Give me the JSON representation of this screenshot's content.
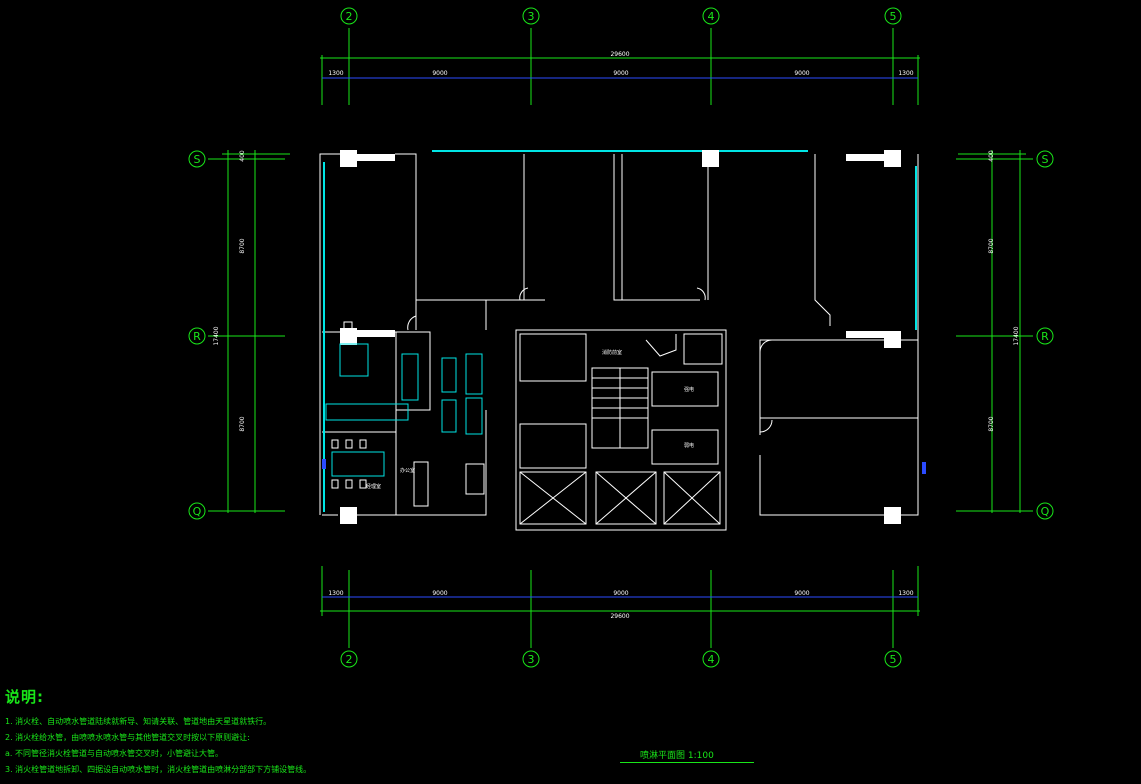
{
  "drawing": {
    "title": "喷淋平面图  1:100",
    "notes_heading": "说明:",
    "notes": [
      "1. 消火栓、自动喷水管道陆续就新导、知请关联、管道地由天星道就铁行。",
      "2. 消火栓给水管，由喷喷水喷水管与其他管道交叉时按以下原则避让:",
      "a. 不同管径消火栓管道与自动喷水管交叉时，小管避让大管。",
      "3. 消火栓管道地拆卸、四据设自动喷水管时，消火栓管道由喷淋分部部下方铺设管线。"
    ]
  },
  "grid": {
    "columns": [
      "2",
      "3",
      "4",
      "5"
    ],
    "rows": [
      "S",
      "R",
      "Q"
    ]
  },
  "dimensions": {
    "total_horizontal": "29600",
    "horizontal_segments": [
      "1300",
      "9000",
      "9000",
      "9000",
      "1300"
    ],
    "total_vertical": "17400",
    "vertical_segments": [
      "400",
      "8700",
      "8700"
    ]
  },
  "room_labels": {
    "stair_lobby": "消防前室",
    "room_a": "强电",
    "room_b": "弱电",
    "office_small": "办公室",
    "office_meeting": "经理室"
  },
  "colors": {
    "axis_green": "#19e619",
    "wall_white": "#ffffff",
    "glass_cyan": "#00e5e5",
    "dim_blue": "#2b4bff",
    "background": "#000000"
  }
}
